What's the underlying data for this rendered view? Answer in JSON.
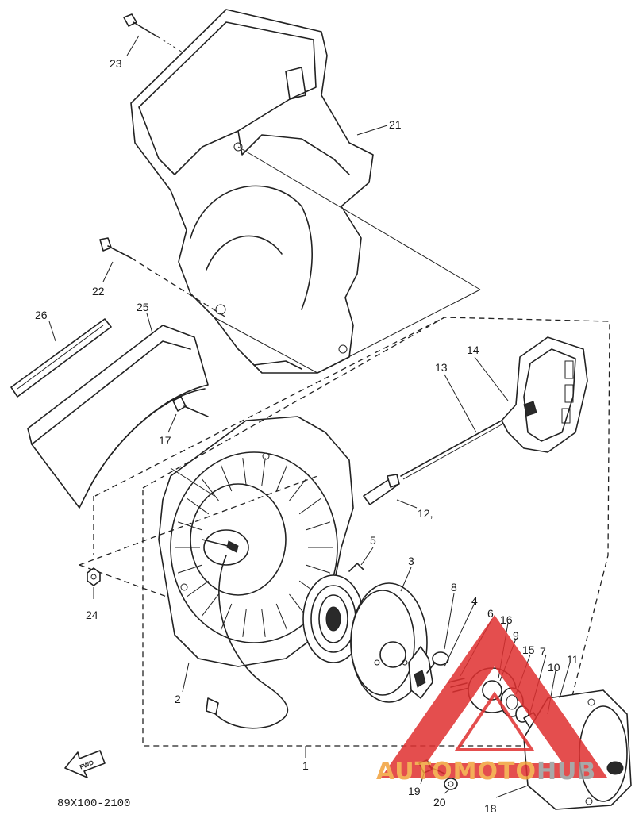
{
  "diagram": {
    "parts": [
      {
        "num": "1"
      },
      {
        "num": "2"
      },
      {
        "num": "3"
      },
      {
        "num": "4"
      },
      {
        "num": "5"
      },
      {
        "num": "6"
      },
      {
        "num": "7"
      },
      {
        "num": "8"
      },
      {
        "num": "9"
      },
      {
        "num": "10"
      },
      {
        "num": "11"
      },
      {
        "num": "12"
      },
      {
        "num": "13"
      },
      {
        "num": "14"
      },
      {
        "num": "15"
      },
      {
        "num": "16"
      },
      {
        "num": "17"
      },
      {
        "num": "18"
      },
      {
        "num": "19"
      },
      {
        "num": "20"
      },
      {
        "num": "21"
      },
      {
        "num": "22"
      },
      {
        "num": "23"
      },
      {
        "num": "24"
      },
      {
        "num": "25"
      },
      {
        "num": "26"
      }
    ],
    "part12_suffix": ",",
    "direction_arrow": "FWD",
    "drawing_code": "89X100-2100"
  },
  "watermark": {
    "text_red": "AUTOMOTO",
    "text_grey": "HUB",
    "colors": {
      "red": "#e03030",
      "orange": "#f2a03a",
      "grey": "#9a9a9a"
    }
  }
}
